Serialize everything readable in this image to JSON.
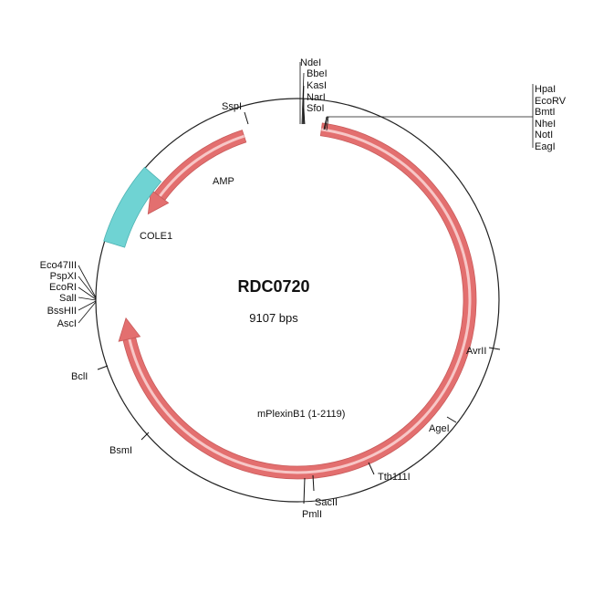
{
  "plasmid": {
    "name": "RDC0720",
    "size_label": "9107 bps"
  },
  "colors": {
    "backbone": "#222222",
    "arrow_fill": "#e36f6f",
    "arrow_inner": "#f7c7c7",
    "origin_fill": "#6fd3d3"
  },
  "features": [
    {
      "id": "amp",
      "label": "AMP",
      "type": "arrow",
      "start_deg": -18,
      "end_deg": -60,
      "color": "arrow"
    },
    {
      "id": "cole1",
      "label": "COLE1",
      "type": "block",
      "start_deg": -73,
      "end_deg": -49,
      "color": "origin"
    },
    {
      "id": "mplexinb1",
      "label": "mPlexinB1 (1-2119)",
      "type": "arrow",
      "start_deg": 8,
      "end_deg": 264,
      "color": "arrow"
    }
  ],
  "sites": [
    {
      "group": "top",
      "labels": [
        "NdeI",
        "BbeI",
        "KasI",
        "NarI",
        "SfoI"
      ]
    },
    {
      "group": "top-right",
      "labels": [
        "HpaI",
        "EcoRV",
        "BmtI",
        "NheI",
        "NotI",
        "EagI"
      ]
    },
    {
      "group": "sspi",
      "labels": [
        "SspI"
      ]
    },
    {
      "group": "left",
      "labels": [
        "Eco47III",
        "PspXI",
        "EcoRI",
        "SalI",
        "BssHII",
        "AscI"
      ]
    },
    {
      "group": "avrii",
      "labels": [
        "AvrII"
      ]
    },
    {
      "group": "agei",
      "labels": [
        "AgeI"
      ]
    },
    {
      "group": "tth111i",
      "labels": [
        "Tth111I"
      ]
    },
    {
      "group": "bottom",
      "labels": [
        "SacII",
        "PmlI"
      ]
    },
    {
      "group": "bsmi",
      "labels": [
        "BsmI"
      ]
    },
    {
      "group": "bcli",
      "labels": [
        "BclI"
      ]
    }
  ]
}
